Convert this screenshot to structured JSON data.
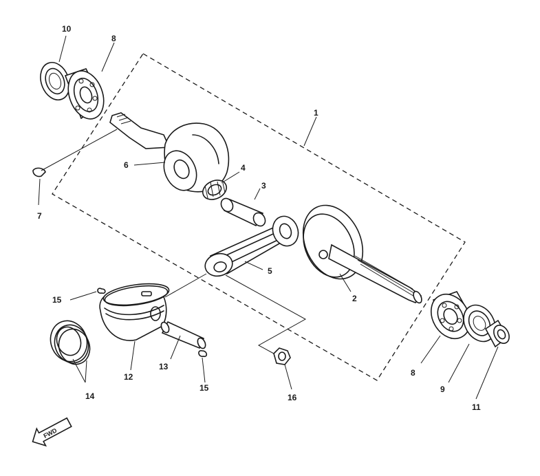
{
  "title": "",
  "callouts": {
    "c1": "1",
    "c2": "2",
    "c3": "3",
    "c4": "4",
    "c5": "5",
    "c6": "6",
    "c7": "7",
    "c8a": "8",
    "c8b": "8",
    "c9": "9",
    "c10": "10",
    "c11": "11",
    "c12": "12",
    "c13": "13",
    "c14": "14",
    "c15a": "15",
    "c15b": "15",
    "c16": "16"
  },
  "fwd_label": "FWD",
  "icons": {
    "direction": "fwd-arrow-icon"
  }
}
